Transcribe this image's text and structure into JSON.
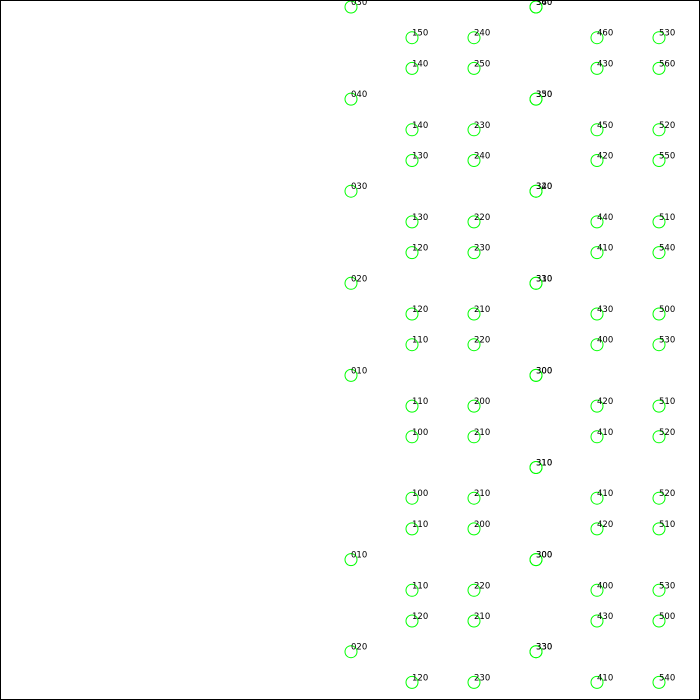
{
  "colors": {
    "circle_stroke": "#00ff00",
    "label": "#000000",
    "background": "#ffffff",
    "frame": "#000000"
  },
  "columns": [
    {
      "id": "col-a",
      "labels": [
        "030",
        "",
        "",
        "040",
        "",
        "",
        "030",
        "",
        "",
        "020",
        "",
        "",
        "010",
        "",
        "",
        "",
        "",
        "",
        "010",
        "",
        "",
        "020",
        "",
        ""
      ]
    },
    {
      "id": "col-b",
      "labels": [
        "",
        "150",
        "140",
        "",
        "140",
        "130",
        "",
        "130",
        "120",
        "",
        "120",
        "110",
        "",
        "110",
        "100",
        "",
        "100",
        "110",
        "",
        "110",
        "120",
        "",
        "120",
        ""
      ]
    },
    {
      "id": "col-c",
      "labels": [
        "",
        "240",
        "250",
        "",
        "230",
        "240",
        "",
        "220",
        "230",
        "",
        "210",
        "220",
        "",
        "200",
        "210",
        "",
        "210",
        "200",
        "",
        "220",
        "210",
        "",
        "230",
        ""
      ]
    },
    {
      "id": "col-d",
      "labels": [
        "340",
        "",
        "",
        "350",
        "",
        "",
        "320",
        "",
        "",
        "310",
        "",
        "",
        "300",
        "",
        "",
        "310",
        "",
        "",
        "300",
        "",
        "",
        "330",
        "",
        ""
      ]
    },
    {
      "id": "col-d-overlay",
      "labels": [
        "360",
        "",
        "",
        "330",
        "",
        "",
        "340",
        "",
        "",
        "330",
        "",
        "",
        "300",
        "",
        "",
        "310",
        "",
        "",
        "300",
        "",
        "",
        "330",
        "",
        ""
      ]
    },
    {
      "id": "col-e",
      "labels": [
        "",
        "460",
        "430",
        "",
        "450",
        "420",
        "",
        "440",
        "410",
        "",
        "430",
        "400",
        "",
        "420",
        "410",
        "",
        "410",
        "420",
        "",
        "400",
        "430",
        "",
        "410",
        ""
      ]
    },
    {
      "id": "col-f",
      "labels": [
        "",
        "530",
        "560",
        "",
        "520",
        "550",
        "",
        "510",
        "540",
        "",
        "500",
        "530",
        "",
        "510",
        "520",
        "",
        "520",
        "510",
        "",
        "530",
        "500",
        "",
        "540",
        ""
      ]
    }
  ]
}
